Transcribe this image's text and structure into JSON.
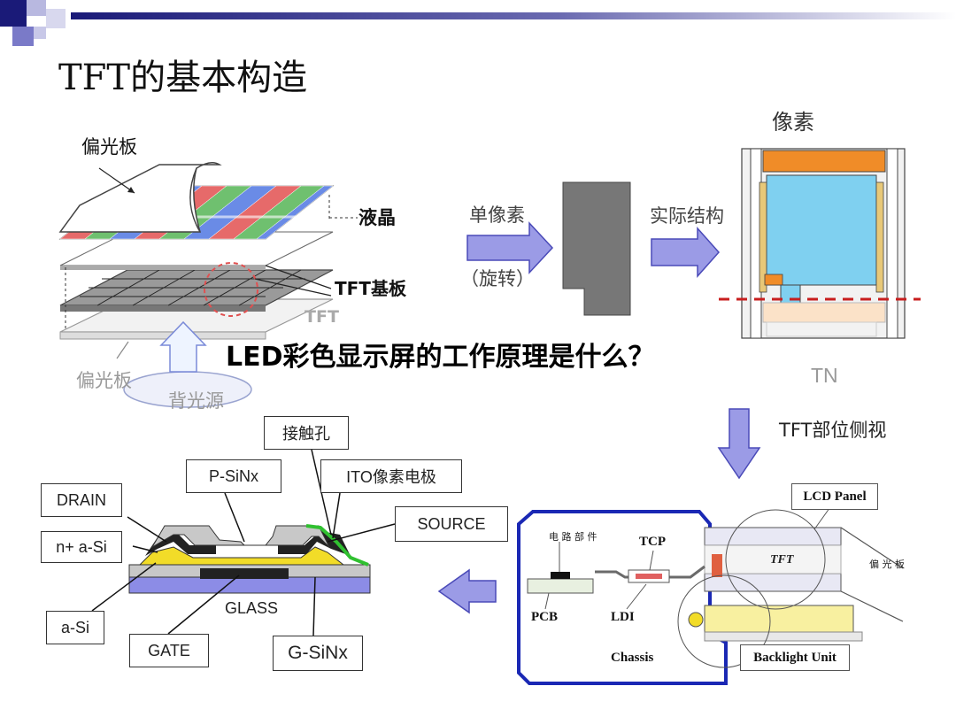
{
  "slide": {
    "title": "TFT的基本构造",
    "overlay_headline": "LED彩色显示屏的工作原理是什么？"
  },
  "top_left": {
    "label_polarizer_top": "偏光板",
    "label_liquid_crystal": "液晶",
    "label_tft_substrate": "TFT基板",
    "label_tft": "TFT",
    "label_polarizer_bottom": "偏光板",
    "label_backlight": "背光源"
  },
  "top_middle": {
    "label_single_pixel": "单像素",
    "label_rotate": "（旋转）",
    "label_actual_structure": "实际结构"
  },
  "top_right": {
    "label_pixel": "像素",
    "label_tn": "TN",
    "label_side_view": "TFT部位侧视"
  },
  "bottom_left": {
    "box_contact_hole": "接触孔",
    "box_p_sinx": "P-SiNx",
    "box_ito": "ITO像素电极",
    "box_drain": "DRAIN",
    "box_source": "SOURCE",
    "box_n_asi": "n+ a-Si",
    "box_asi": "a-Si",
    "box_gate": "GATE",
    "box_g_sinx": "G-SiNx",
    "label_glass": "GLASS"
  },
  "bottom_right": {
    "label_lcd_panel": "LCD Panel",
    "label_circuit_parts": "电 路 部 件",
    "label_tcp": "TCP",
    "label_tft": "TFT",
    "label_polarizer": "偏 光 板",
    "label_pcb": "PCB",
    "label_ldi": "LDI",
    "label_chassis": "Chassis",
    "label_backlight_unit": "Backlight Unit"
  },
  "colors": {
    "header_bar_dark": "#1a1a78",
    "arrow_fill": "#9b9be6",
    "arrow_stroke": "#4a4ab8",
    "pixel_blue": "#7fd0f0",
    "pixel_orange": "#f08c28",
    "chassis_blue": "#1a28b4",
    "drain_dark": "#222222",
    "yellow_layer": "#f2dc28",
    "ito_green": "#30c030",
    "glass_purple": "#8c8ce6",
    "red_dashed": "#c81e1e"
  }
}
